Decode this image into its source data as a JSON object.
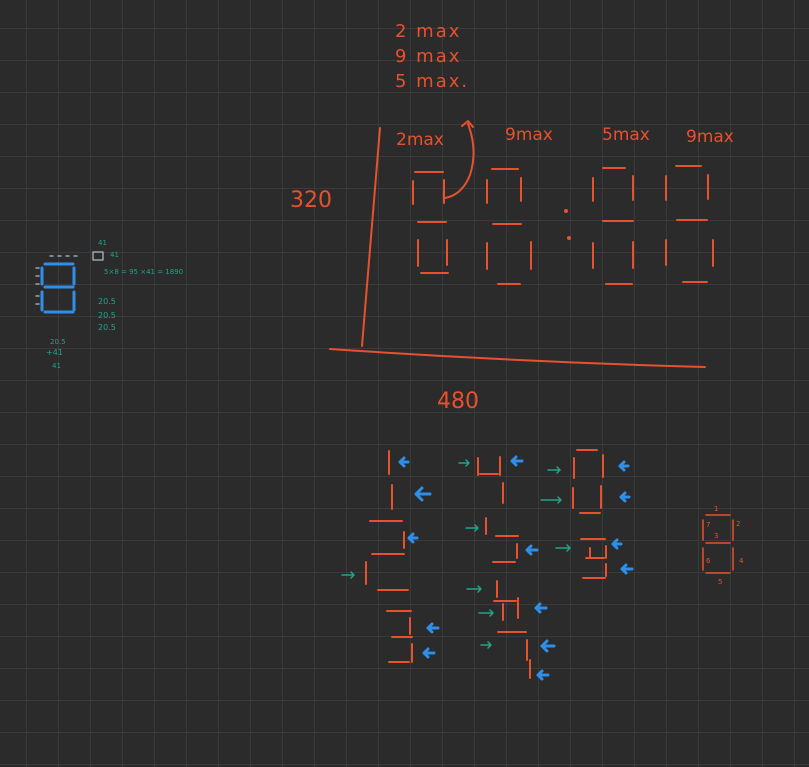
{
  "colors": {
    "background": "#2b2b2b",
    "grid": "#3a3a3a",
    "ink_orange": "#e8512d",
    "ink_blue": "#2f8fe8",
    "ink_teal": "#1fa58a"
  },
  "notes": {
    "max_lines": [
      "2 max",
      "9 max",
      "5 max."
    ],
    "column_labels": [
      "2max",
      "9max",
      "5max",
      "9max"
    ],
    "height_label": "320",
    "width_label": "480"
  },
  "small_digit": {
    "width_top": "41",
    "width_side": "41",
    "formula": "5×8 = 95 ×41 = 1890",
    "heights": [
      "20.5",
      "20.5",
      "20.5"
    ],
    "sum_lines": [
      "20.5",
      "+41",
      "41"
    ]
  },
  "segment_legend": {
    "numbers": [
      "1",
      "2",
      "3",
      "4",
      "5",
      "6",
      "7"
    ]
  }
}
